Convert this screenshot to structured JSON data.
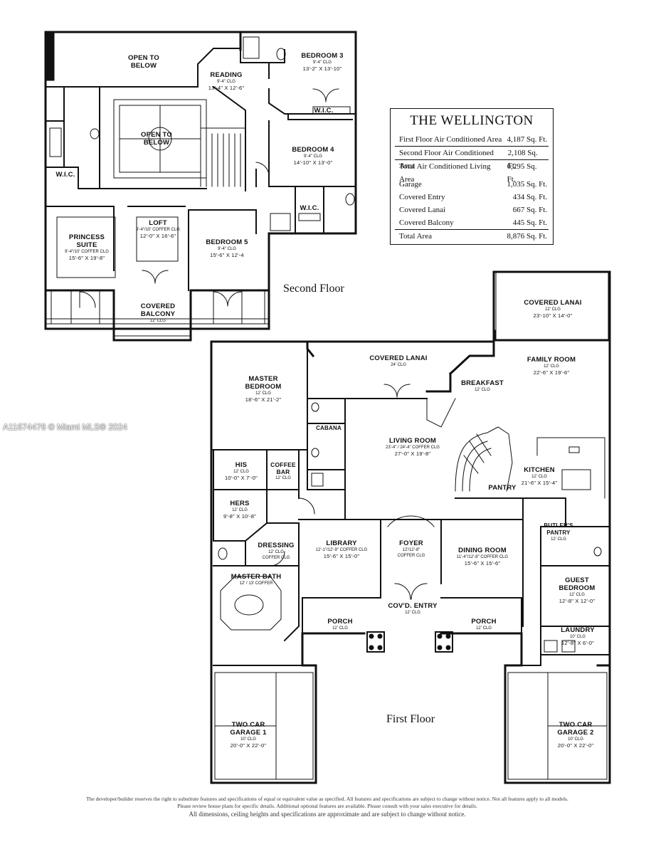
{
  "watermark": "A11674476 © Miami MLS® 2024",
  "floors": {
    "second": "Second Floor",
    "first": "First Floor"
  },
  "summary": {
    "title": "THE WELLINGTON",
    "rows": [
      {
        "label": "First Floor Air Conditioned Area",
        "value": "4,187 Sq. Ft."
      },
      {
        "label": "Second Floor Air Conditioned Area",
        "value": "2,108 Sq. Ft."
      },
      {
        "label": "Total Air Conditioned Living Area",
        "value": "6,295 Sq. Ft."
      },
      {
        "label": "Garage",
        "value": "1,035 Sq. Ft."
      },
      {
        "label": "Covered Entry",
        "value": "434 Sq. Ft."
      },
      {
        "label": "Covered Lanai",
        "value": "667 Sq. Ft."
      },
      {
        "label": "Covered Balcony",
        "value": "445 Sq. Ft."
      },
      {
        "label": "Total Area",
        "value": "8,876 Sq. Ft."
      }
    ]
  },
  "rooms": {
    "open_below_1": {
      "name": "OPEN TO BELOW"
    },
    "reading": {
      "name": "READING",
      "ceiling": "9'-4\" CLG",
      "dims": "13'-4\" X 12'-6\""
    },
    "bedroom3": {
      "name": "BEDROOM 3",
      "ceiling": "9'-4\" CLG",
      "dims": "13'-2\" X 13'-10\""
    },
    "wic_b3": {
      "name": "W.I.C."
    },
    "open_below_2": {
      "name": "OPEN TO BELOW"
    },
    "bedroom4": {
      "name": "BEDROOM 4",
      "ceiling": "9'-4\" CLG",
      "dims": "14'-10\" X 13'-0\""
    },
    "wic_left": {
      "name": "W.I.C."
    },
    "wic_b4": {
      "name": "W.I.C."
    },
    "princess": {
      "name": "PRINCESS SUITE",
      "ceiling": "9'-4\"/10' COFFER CLG",
      "dims": "15'-6\" X 19'-8\""
    },
    "loft": {
      "name": "LOFT",
      "ceiling": "9'-4\"/10' COFFER CLG",
      "dims": "12'-0\" X 16'-6\""
    },
    "bedroom5": {
      "name": "BEDROOM 5",
      "ceiling": "9'-4\" CLG",
      "dims": "15'-6\" X 12'-4"
    },
    "covered_balcony": {
      "name": "COVERED BALCONY",
      "ceiling": "12' CLG"
    },
    "covered_lanai_right": {
      "name": "COVERED LANAI",
      "ceiling": "12' CLG",
      "dims": "23'-10\" X 14'-0\""
    },
    "covered_lanai_center": {
      "name": "COVERED LANAI",
      "ceiling": "24' CLG"
    },
    "master_bedroom": {
      "name": "MASTER BEDROOM",
      "ceiling": "12' CLG",
      "dims": "18'-6\" X 21'-2\""
    },
    "family_room": {
      "name": "FAMILY ROOM",
      "ceiling": "12' CLG",
      "dims": "22'-6\" X 19'-6\""
    },
    "breakfast": {
      "name": "BREAKFAST",
      "ceiling": "12' CLG"
    },
    "cabana": {
      "name": "CABANA"
    },
    "living_room": {
      "name": "LIVING ROOM",
      "ceiling": "23'-4\" / 24'-4\" COFFER CLG",
      "dims": "27'-0\" X 19'-8\""
    },
    "his": {
      "name": "HIS",
      "ceiling": "12' CLG",
      "dims": "10'-0\" X 7'-0\""
    },
    "coffee_bar": {
      "name": "COFFEE BAR",
      "ceiling": "12' CLG"
    },
    "kitchen": {
      "name": "KITCHEN",
      "ceiling": "12' CLG",
      "dims": "21'-6\" X 15'-4\""
    },
    "pantry": {
      "name": "PANTRY"
    },
    "hers": {
      "name": "HERS",
      "ceiling": "12' CLG",
      "dims": "9'-8\" X 10'-8\""
    },
    "butlers_pantry": {
      "name": "BUTLER'S PANTRY",
      "ceiling": "12' CLG"
    },
    "dressing": {
      "name": "DRESSING",
      "ceiling": "12' CLG",
      "dims": "COFFER CLG"
    },
    "library": {
      "name": "LIBRARY",
      "ceiling": "12'-1\"/12'-9\" COFFER CLG",
      "dims": "15'-6\" X 15'-0\""
    },
    "foyer": {
      "name": "FOYER",
      "ceiling": "12'/12'-8\"",
      "dims": "COFFER CLG"
    },
    "dining_room": {
      "name": "DINING ROOM",
      "ceiling": "11'-4\"/12'-8\" COFFER CLG",
      "dims": "15'-6\" X 15'-6\""
    },
    "master_bath": {
      "name": "MASTER BATH",
      "ceiling": "12' / 13' COFFER"
    },
    "guest_bedroom": {
      "name": "GUEST BEDROOM",
      "ceiling": "12' CLG",
      "dims": "12'-8\" X 12'-0\""
    },
    "porch_left": {
      "name": "PORCH",
      "ceiling": "12' CLG"
    },
    "cov_entry": {
      "name": "COV'D. ENTRY",
      "ceiling": "12' CLG"
    },
    "porch_right": {
      "name": "PORCH",
      "ceiling": "12' CLG"
    },
    "laundry": {
      "name": "LAUNDRY",
      "ceiling": "10' CLG",
      "dims": "12'-8\" X 6'-0\""
    },
    "garage1": {
      "name": "TWO CAR GARAGE 1",
      "ceiling": "10' CLG",
      "dims": "20'-0\" X 22'-0\""
    },
    "garage2": {
      "name": "TWO CAR GARAGE 2",
      "ceiling": "10' CLG",
      "dims": "20'-0\" X 22'-0\""
    }
  },
  "disclaimer": {
    "line1": "The developer/builder reserves the right to substitute features and specifications of equal or equivalent value as specified. All features and specifications are subject to change without notice. Not all features apply to all models.",
    "line2": "Please review house plans for specific details. Additional optional features are available. Please consult with your sales executive for details.",
    "line3": "All dimensions, ceiling heights and specifications are approximate and are subject to change without notice."
  }
}
